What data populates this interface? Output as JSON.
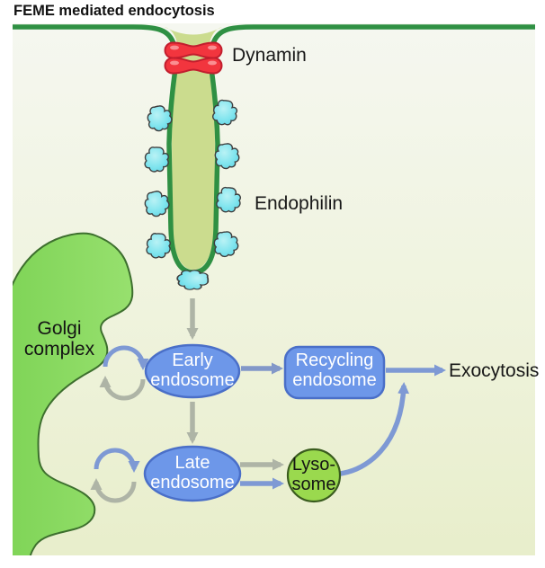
{
  "title": "FEME mediated endocytosis",
  "labels": {
    "dynamin": "Dynamin",
    "endophilin": "Endophilin",
    "exocytosis": "Exocytosis",
    "golgi_line1": "Golgi",
    "golgi_line2": "complex"
  },
  "nodes": {
    "early_endosome": {
      "line1": "Early",
      "line2": "endosome"
    },
    "recycling_endosome": {
      "line1": "Recycling",
      "line2": "endosome"
    },
    "late_endosome": {
      "line1": "Late",
      "line2": "endosome"
    },
    "lysosome": {
      "line1": "Lyso-",
      "line2": "some"
    }
  },
  "colors": {
    "membrane_green": "#2f9043",
    "tube_fill": "#cbdc8e",
    "dynamin_fill": "#f2353e",
    "dynamin_outline": "#c21e2e",
    "endophilin_fill": "#7ee4ee",
    "endophilin_outline": "#3f3f3f",
    "golgi_fill": "#8edc63",
    "golgi_outline": "#3d6f2e",
    "endosome_fill": "#6d97e9",
    "endosome_outline": "#4a6fc8",
    "lysosome_fill": "#9ad94e",
    "lysosome_outline": "#3a5c1e",
    "arrow_gray": "#aeb4a6",
    "arrow_blue": "#7e99d4",
    "arrow_steel": "#8298c8",
    "background_top": "#f4f6ee",
    "background_bottom": "#e8eecb",
    "text_dark": "#141414",
    "text_light": "#ffffff"
  }
}
